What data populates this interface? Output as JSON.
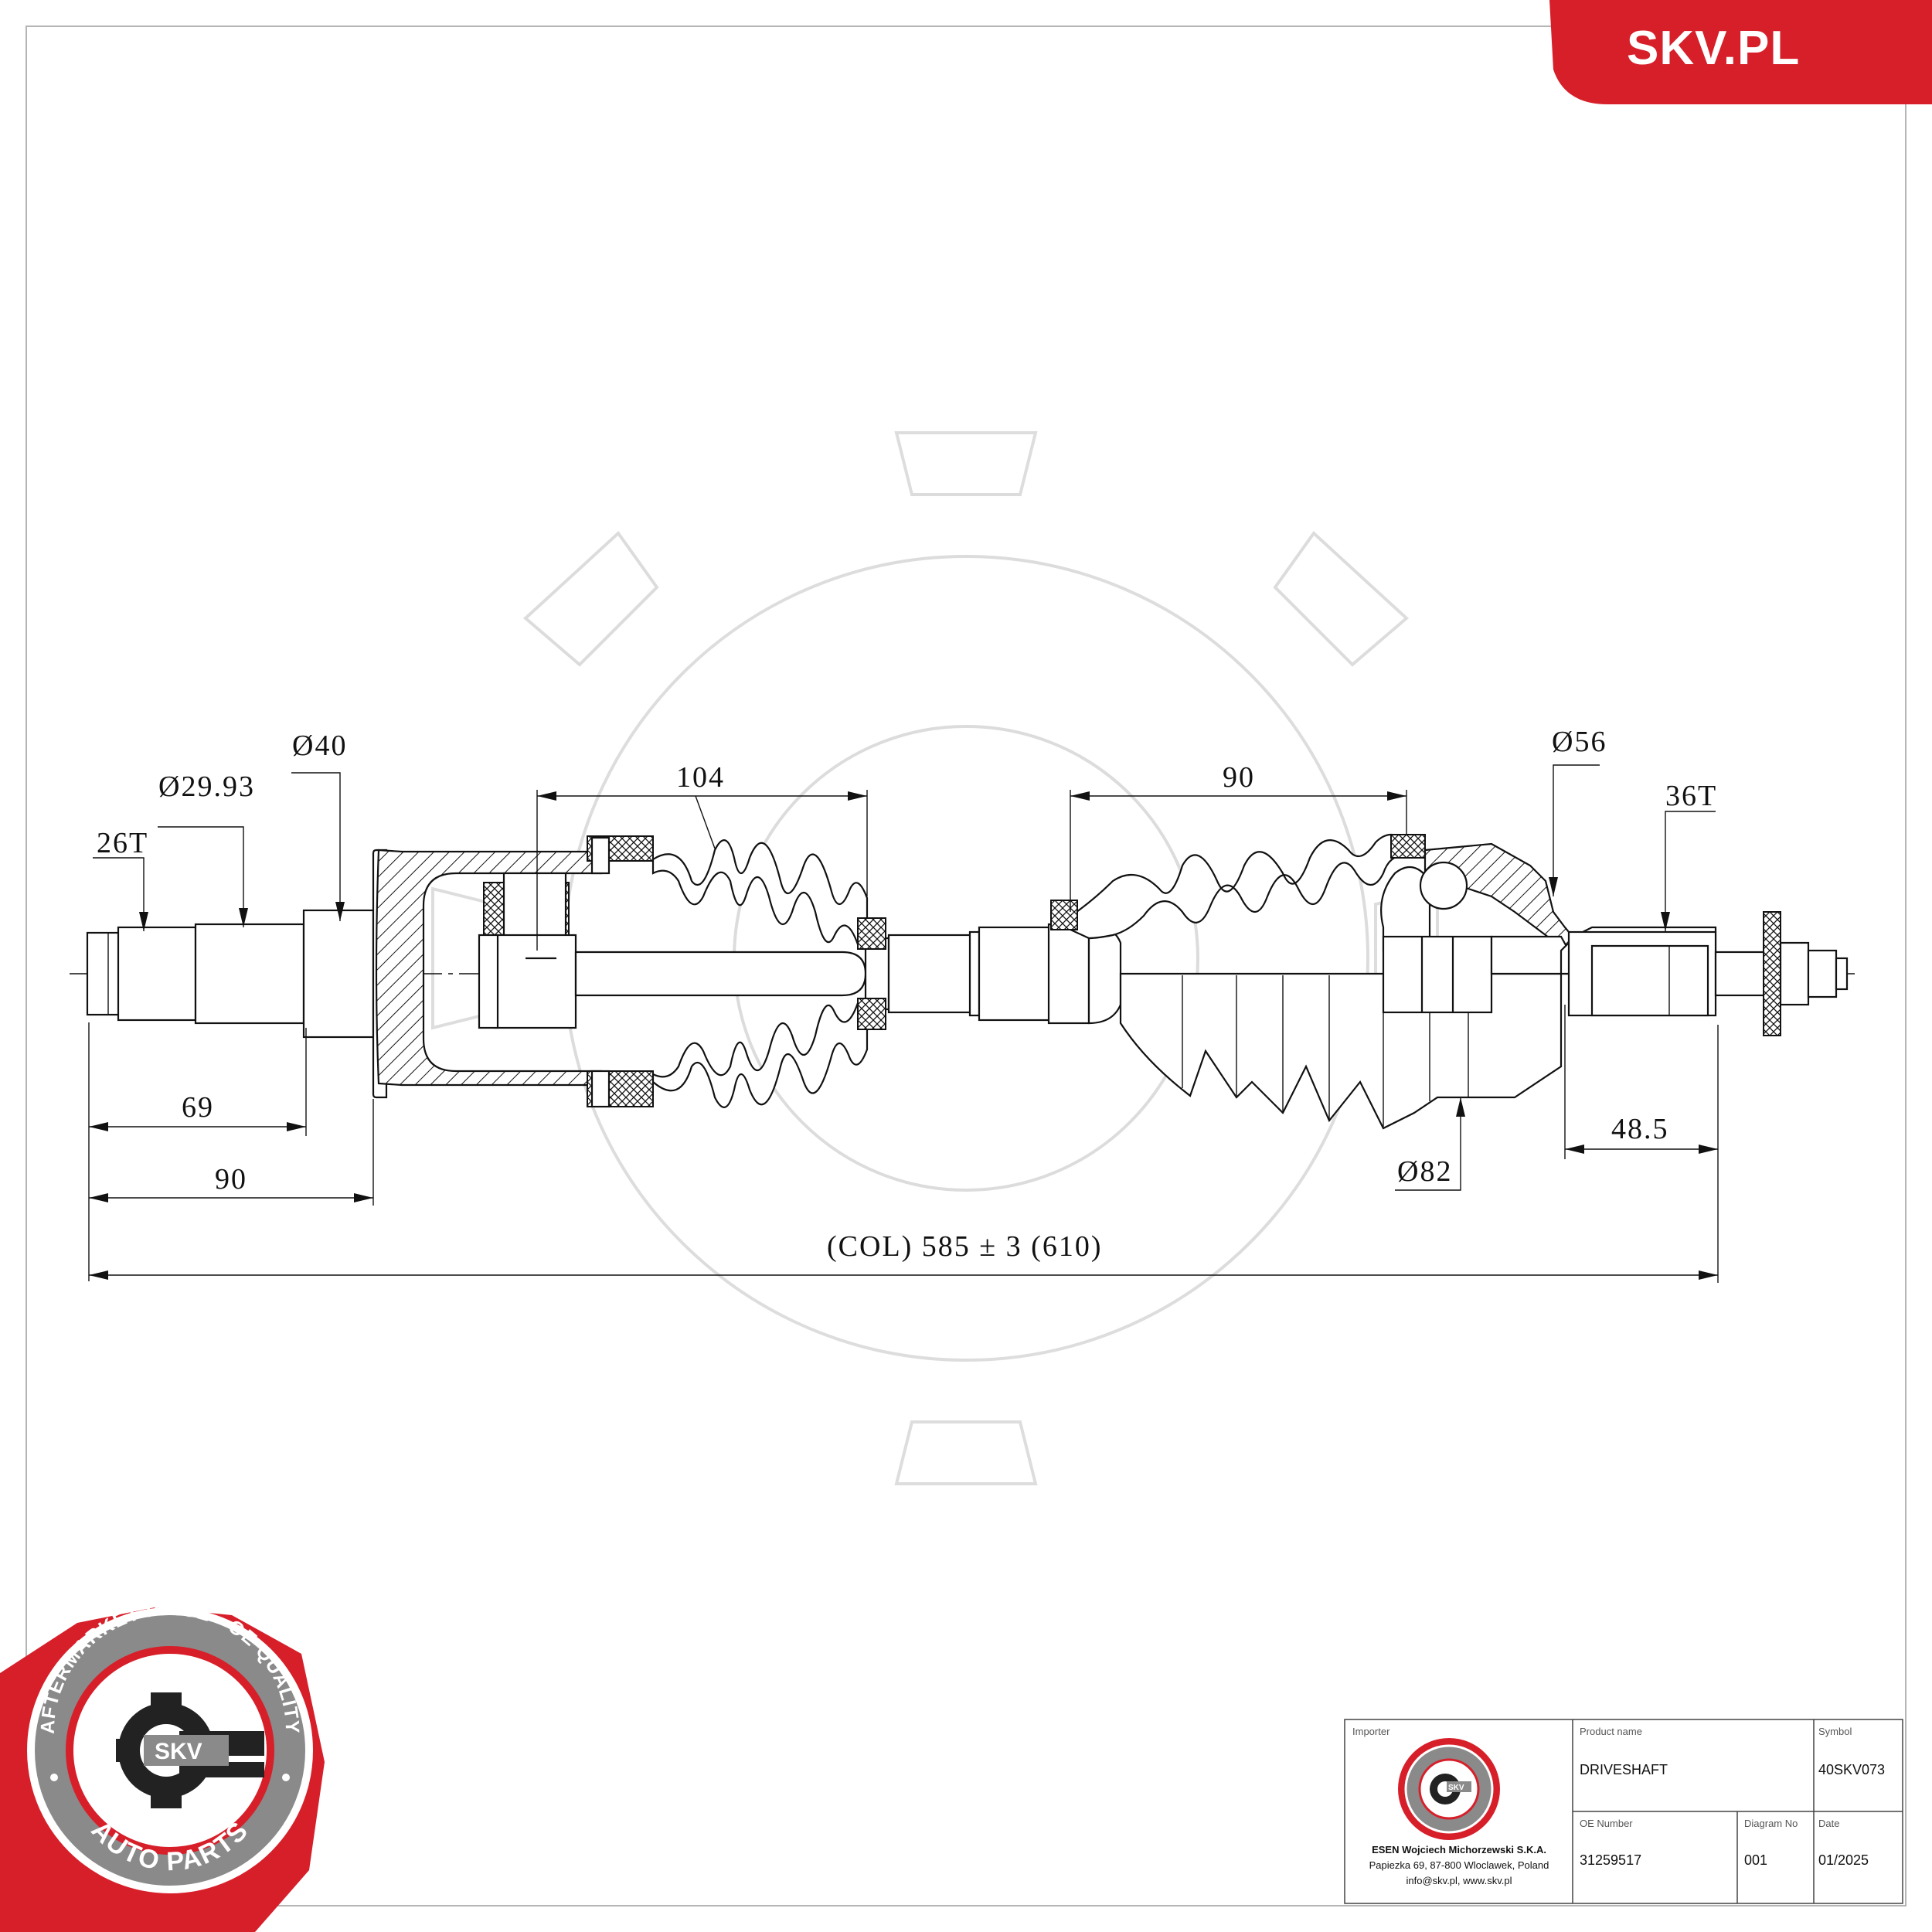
{
  "brand": {
    "site": "SKV.PL"
  },
  "dimensions": {
    "spline_inner": "26T",
    "dia_stub": "Ø29.93",
    "dia_seal": "Ø40",
    "len_boot_inner": "104",
    "len_boot_outer": "90",
    "dia_outer_joint": "Ø56",
    "spline_outer": "36T",
    "len_69": "69",
    "len_90": "90",
    "len_48_5": "48.5",
    "dia_boot": "Ø82",
    "total_length": "(COL) 585 ± 3 (610)"
  },
  "seal": {
    "ring_top": "AFTERMARKET PRICE · OE QUALITY",
    "ring_bottom": "AUTO PARTS",
    "center": "SKV"
  },
  "title_block": {
    "importer_label": "Importer",
    "importer_name": "ESEN Wojciech Michorzewski S.K.A.",
    "importer_address": "Papiezka 69, 87-800 Wloclawek, Poland",
    "importer_contact": "info@skv.pl, www.skv.pl",
    "product_label": "Product name",
    "product_value": "DRIVESHAFT",
    "symbol_label": "Symbol",
    "symbol_value": "40SKV073",
    "oe_label": "OE Number",
    "oe_value": "31259517",
    "diagram_label": "Diagram No",
    "diagram_value": "001",
    "date_label": "Date",
    "date_value": "01/2025"
  }
}
